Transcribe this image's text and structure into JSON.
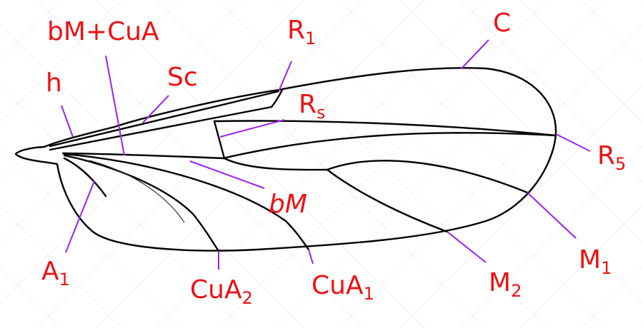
{
  "colors": {
    "label": "#ee1111",
    "leader": "#a020f0",
    "vein": "#000000"
  },
  "labels": {
    "bM_CuA": "bM+CuA",
    "R1": {
      "main": "R",
      "sub": "1"
    },
    "C": "C",
    "h": "h",
    "Sc": "Sc",
    "Rs": {
      "main": "R",
      "sub": "s"
    },
    "R5": {
      "main": "R",
      "sub": "5"
    },
    "bM": "bM",
    "A1": {
      "main": "A",
      "sub": "1"
    },
    "CuA2": {
      "main": "CuA",
      "sub": "2"
    },
    "CuA1": {
      "main": "CuA",
      "sub": "1"
    },
    "M2": {
      "main": "M",
      "sub": "2"
    },
    "M1": {
      "main": "M",
      "sub": "1"
    }
  }
}
